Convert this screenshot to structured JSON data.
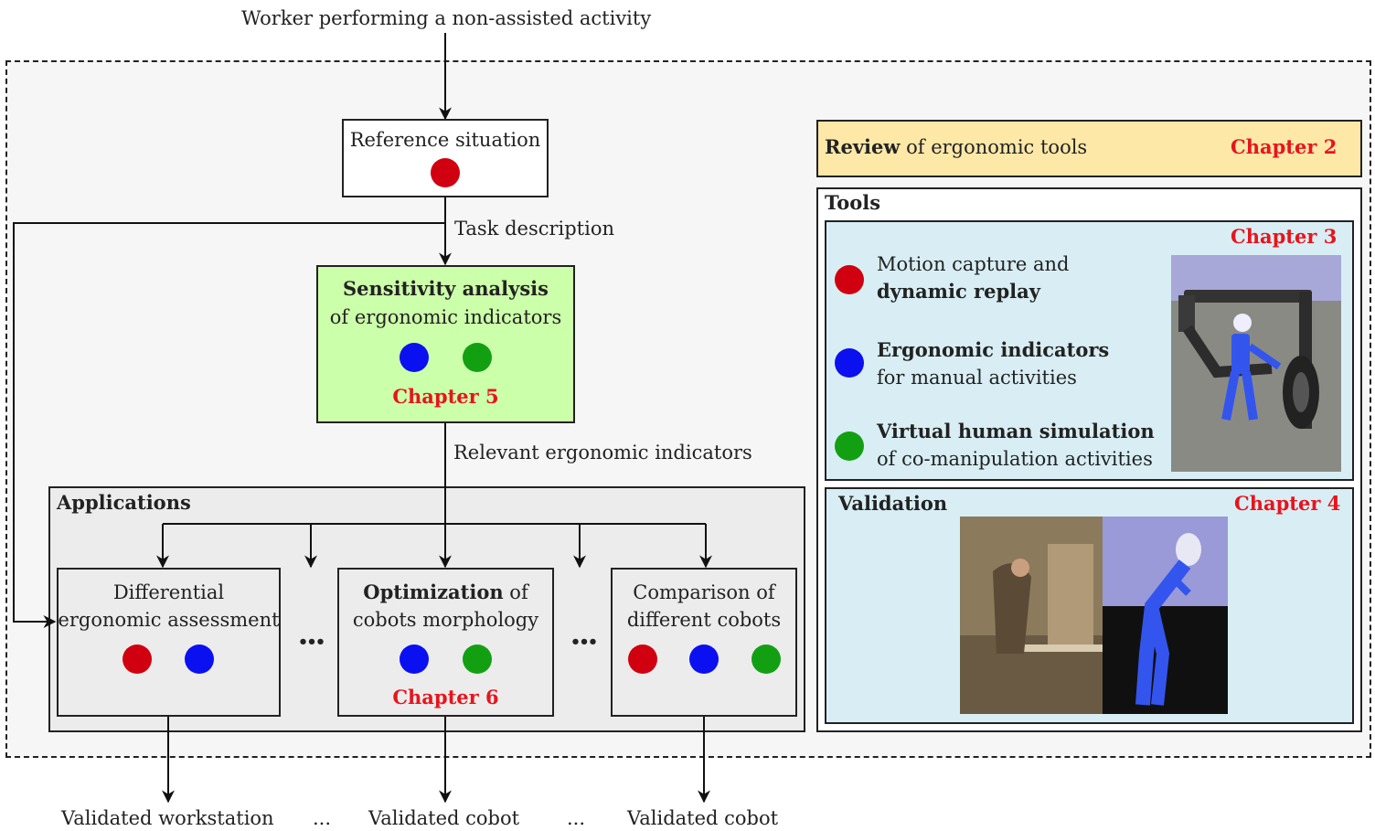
{
  "top_input": "Worker performing a non-assisted activity",
  "reference": {
    "title": "Reference situation"
  },
  "edge_task": "Task description",
  "sensitivity": {
    "title": "Sensitivity analysis",
    "subtitle": "of ergonomic indicators",
    "chapter": "Chapter 5"
  },
  "edge_relevant": "Relevant ergonomic indicators",
  "applications": {
    "title": "Applications",
    "differential": {
      "line1": "Differential",
      "line2": "ergonomic assessment"
    },
    "optimization": {
      "bold": "Optimization",
      "rest": " of",
      "line2": "cobots morphology",
      "chapter": "Chapter 6"
    },
    "comparison": {
      "line1": "Comparison of",
      "line2": "different cobots"
    },
    "ellipsis_left": "•••",
    "ellipsis_right": "•••"
  },
  "outputs": {
    "left": "Validated workstation",
    "mid": "Validated cobot",
    "right": "Validated cobot",
    "sep1": "...",
    "sep2": "..."
  },
  "review": {
    "bold": "Review",
    "rest": " of ergonomic tools",
    "chapter": "Chapter 2"
  },
  "tools": {
    "title": "Tools",
    "chapter": "Chapter 3",
    "items": [
      {
        "line1": "Motion capture and",
        "line2": "dynamic replay"
      },
      {
        "line1": "Ergonomic indicators",
        "line2": "for manual activities"
      },
      {
        "line1": "Virtual human simulation",
        "line2": "of co-manipulation activities"
      }
    ]
  },
  "validation": {
    "title": "Validation",
    "chapter": "Chapter 4"
  },
  "colors": {
    "red": "#d00010",
    "blue": "#0a10f0",
    "green": "#12a012",
    "chapter_red": "#e8141c",
    "sensitivity_fill": "#ccffaa",
    "review_fill": "#fde8a8",
    "tools_fill": "#d8eef4",
    "app_fill": "#ececec",
    "outer_fill": "#f6f6f6"
  }
}
